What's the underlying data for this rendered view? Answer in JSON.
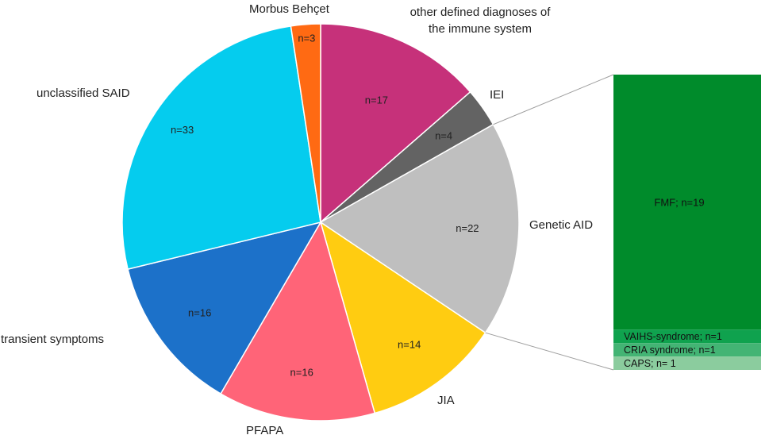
{
  "chart_data": [
    {
      "type": "pie",
      "slices": [
        {
          "category": "other defined diagnoses of the immune system",
          "label": "other defined diagnoses of the immune system",
          "value": 17,
          "value_label": "n=17",
          "color": "#C6317A"
        },
        {
          "category": "IEI",
          "label": "IEI",
          "value": 4,
          "value_label": "n=4",
          "color": "#636363"
        },
        {
          "category": "Genetic AID",
          "label": "Genetic AID",
          "value": 22,
          "value_label": "n=22",
          "color": "#BFBFBF"
        },
        {
          "category": "JIA",
          "label": "JIA",
          "value": 14,
          "value_label": "n=14",
          "color": "#FFCC11"
        },
        {
          "category": "PFAPA",
          "label": "PFAPA",
          "value": 16,
          "value_label": "n=16",
          "color": "#FF6478"
        },
        {
          "category": "transient symptoms",
          "label": "transient symptoms",
          "value": 16,
          "value_label": "n=16",
          "color": "#1C71C9"
        },
        {
          "category": "unclassified SAID",
          "label": "unclassified SAID",
          "value": 33,
          "value_label": "n=33",
          "color": "#05CCEE"
        },
        {
          "category": "Morbus Behçet",
          "label": "Morbus Behçet",
          "value": 3,
          "value_label": "n=3",
          "color": "#FF6A13"
        }
      ]
    },
    {
      "type": "bar",
      "stacked": true,
      "breakdown_of": "Genetic AID",
      "segments": [
        {
          "label": "FMF; n=19",
          "value": 19,
          "color": "#008B2B"
        },
        {
          "label": "VAIHS-syndrome; n=1",
          "value": 1,
          "color": "#0FA24E"
        },
        {
          "label": "CRIA syndrome; n=1",
          "value": 1,
          "color": "#43B474"
        },
        {
          "label": "CAPS; n= 1",
          "value": 1,
          "color": "#8BCC9E"
        }
      ]
    }
  ]
}
